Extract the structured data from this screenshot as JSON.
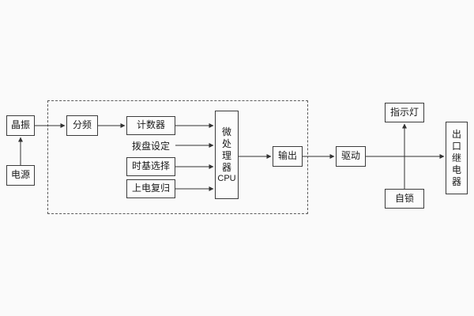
{
  "diagram": {
    "kind": "block-diagram",
    "blocks": {
      "crystal": "晶振",
      "power": "电源",
      "divider": "分频",
      "counter": "计数器",
      "dial_setting": "拨盘设定",
      "timebase_select": "时基选择",
      "power_on_reset": "上电复归",
      "cpu_cn": "微处理器",
      "cpu_en": "CPU",
      "output": "输出",
      "drive": "驱动",
      "indicator_lamp": "指示灯",
      "self_lock": "自锁",
      "outlet_relay": "出口继电器"
    },
    "colors": {
      "background": "#fafafa",
      "box_border": "#3c3c3c",
      "wire": "#333333",
      "dashed_border": "#5a5a5a"
    }
  }
}
